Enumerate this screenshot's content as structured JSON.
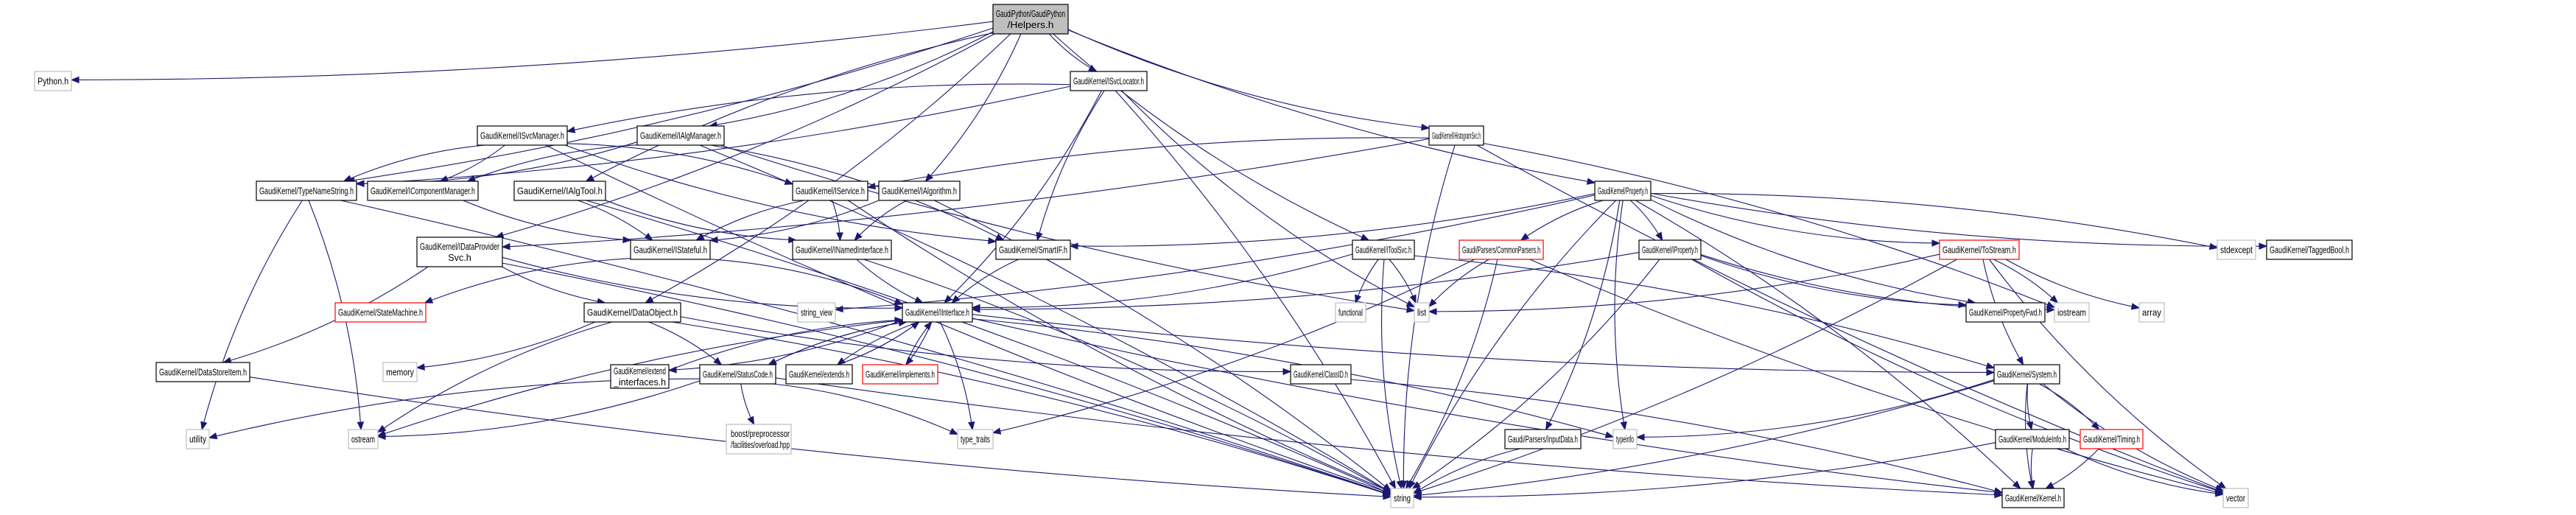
{
  "title": "GaudiPython/GaudiPython/Helpers.h include dependency graph",
  "colors": {
    "edge": "#191970",
    "root_fill": "#bfbfbf",
    "node_border": "#000000",
    "system_border": "#bfbfbf",
    "truncated_border": "#ff0000"
  },
  "nodes": [
    {
      "id": "helpers",
      "lines": [
        "GaudiPython/GaudiPython",
        "/Helpers.h"
      ],
      "kind": "root"
    },
    {
      "id": "python",
      "lines": [
        "Python.h"
      ],
      "kind": "sys"
    },
    {
      "id": "isvclocator",
      "lines": [
        "GaudiKernel/ISvcLocator.h"
      ],
      "kind": "normal"
    },
    {
      "id": "isvcmanager",
      "lines": [
        "GaudiKernel/ISvcManager.h"
      ],
      "kind": "normal"
    },
    {
      "id": "ialgmanager",
      "lines": [
        "GaudiKernel/IAlgManager.h"
      ],
      "kind": "normal"
    },
    {
      "id": "ihistogramsvc",
      "lines": [
        "GaudiKernel/IHistogramSvc.h"
      ],
      "kind": "normal"
    },
    {
      "id": "typenamestring",
      "lines": [
        "GaudiKernel/TypeNameString.h"
      ],
      "kind": "normal"
    },
    {
      "id": "icomponentmanager",
      "lines": [
        "GaudiKernel/IComponentManager.h"
      ],
      "kind": "normal"
    },
    {
      "id": "ialgtool",
      "lines": [
        "GaudiKernel/IAlgTool.h"
      ],
      "kind": "normal"
    },
    {
      "id": "iservice",
      "lines": [
        "GaudiKernel/IService.h"
      ],
      "kind": "normal"
    },
    {
      "id": "ialgorithm",
      "lines": [
        "GaudiKernel/IAlgorithm.h"
      ],
      "kind": "normal"
    },
    {
      "id": "property",
      "lines": [
        "GaudiKernel/Property.h"
      ],
      "kind": "normal"
    },
    {
      "id": "idataprovidersvc",
      "lines": [
        "GaudiKernel/IDataProvider",
        "Svc.h"
      ],
      "kind": "normal"
    },
    {
      "id": "istateful",
      "lines": [
        "GaudiKernel/IStateful.h"
      ],
      "kind": "normal"
    },
    {
      "id": "inamedinterface",
      "lines": [
        "GaudiKernel/INamedInterface.h"
      ],
      "kind": "normal"
    },
    {
      "id": "smartif",
      "lines": [
        "GaudiKernel/SmartIF.h"
      ],
      "kind": "normal"
    },
    {
      "id": "itoolsvc",
      "lines": [
        "GaudiKernel/IToolSvc.h"
      ],
      "kind": "normal"
    },
    {
      "id": "commonparsers",
      "lines": [
        "Gaudi/Parsers/CommonParsers.h"
      ],
      "kind": "red"
    },
    {
      "id": "iproperty",
      "lines": [
        "GaudiKernel/IProperty.h"
      ],
      "kind": "normal"
    },
    {
      "id": "tostream",
      "lines": [
        "GaudiKernel/ToStream.h"
      ],
      "kind": "red"
    },
    {
      "id": "stdexcept",
      "lines": [
        "stdexcept"
      ],
      "kind": "sys"
    },
    {
      "id": "taggedbool",
      "lines": [
        "GaudiKernel/TaggedBool.h"
      ],
      "kind": "normal"
    },
    {
      "id": "statemachine",
      "lines": [
        "GaudiKernel/StateMachine.h"
      ],
      "kind": "red"
    },
    {
      "id": "dataobject",
      "lines": [
        "GaudiKernel/DataObject.h"
      ],
      "kind": "normal"
    },
    {
      "id": "string_view",
      "lines": [
        "string_view"
      ],
      "kind": "sys"
    },
    {
      "id": "iinterface",
      "lines": [
        "GaudiKernel/IInterface.h"
      ],
      "kind": "normal"
    },
    {
      "id": "functional",
      "lines": [
        "functional"
      ],
      "kind": "sys"
    },
    {
      "id": "list",
      "lines": [
        "list"
      ],
      "kind": "sys"
    },
    {
      "id": "propertyfwd",
      "lines": [
        "GaudiKernel/PropertyFwd.h"
      ],
      "kind": "normal"
    },
    {
      "id": "iostream",
      "lines": [
        "iostream"
      ],
      "kind": "sys"
    },
    {
      "id": "array",
      "lines": [
        "array"
      ],
      "kind": "sys"
    },
    {
      "id": "datastoreitem",
      "lines": [
        "GaudiKernel/DataStoreItem.h"
      ],
      "kind": "normal"
    },
    {
      "id": "memory",
      "lines": [
        "memory"
      ],
      "kind": "sys"
    },
    {
      "id": "extend_interfaces",
      "lines": [
        "GaudiKernel/extend",
        "_interfaces.h"
      ],
      "kind": "normal"
    },
    {
      "id": "statuscode",
      "lines": [
        "GaudiKernel/StatusCode.h"
      ],
      "kind": "normal"
    },
    {
      "id": "extends",
      "lines": [
        "GaudiKernel/extends.h"
      ],
      "kind": "normal"
    },
    {
      "id": "implements",
      "lines": [
        "GaudiKernel/implements.h"
      ],
      "kind": "red"
    },
    {
      "id": "classid",
      "lines": [
        "GaudiKernel/ClassID.h"
      ],
      "kind": "normal"
    },
    {
      "id": "system",
      "lines": [
        "GaudiKernel/System.h"
      ],
      "kind": "normal"
    },
    {
      "id": "utility",
      "lines": [
        "utility"
      ],
      "kind": "sys"
    },
    {
      "id": "ostream",
      "lines": [
        "ostream"
      ],
      "kind": "sys"
    },
    {
      "id": "boost_overload",
      "lines": [
        "boost/preprocessor",
        "/facilities/overload.hpp"
      ],
      "kind": "sys"
    },
    {
      "id": "type_traits",
      "lines": [
        "type_traits"
      ],
      "kind": "sys"
    },
    {
      "id": "inputdata",
      "lines": [
        "Gaudi/Parsers/InputData.h"
      ],
      "kind": "normal"
    },
    {
      "id": "typeinfo",
      "lines": [
        "typeinfo"
      ],
      "kind": "sys"
    },
    {
      "id": "moduleinfo",
      "lines": [
        "GaudiKernel/ModuleInfo.h"
      ],
      "kind": "normal"
    },
    {
      "id": "timing",
      "lines": [
        "GaudiKernel/Timing.h"
      ],
      "kind": "red"
    },
    {
      "id": "string",
      "lines": [
        "string"
      ],
      "kind": "sys"
    },
    {
      "id": "kernel",
      "lines": [
        "GaudiKernel/Kernel.h"
      ],
      "kind": "normal"
    },
    {
      "id": "vector",
      "lines": [
        "vector"
      ],
      "kind": "sys"
    }
  ],
  "edges": [
    [
      "helpers",
      "python"
    ],
    [
      "helpers",
      "isvclocator"
    ],
    [
      "helpers",
      "ialgmanager"
    ],
    [
      "helpers",
      "ihistogramsvc"
    ],
    [
      "helpers",
      "typenamestring"
    ],
    [
      "helpers",
      "ialgtool"
    ],
    [
      "helpers",
      "ialgorithm"
    ],
    [
      "helpers",
      "property"
    ],
    [
      "helpers",
      "idataprovidersvc"
    ],
    [
      "helpers",
      "itoolsvc"
    ],
    [
      "helpers",
      "dataobject"
    ],
    [
      "isvclocator",
      "isvcmanager"
    ],
    [
      "isvclocator",
      "typenamestring"
    ],
    [
      "isvclocator",
      "smartif"
    ],
    [
      "isvclocator",
      "iinterface"
    ],
    [
      "isvclocator",
      "list"
    ],
    [
      "isvclocator",
      "string"
    ],
    [
      "isvcmanager",
      "typenamestring"
    ],
    [
      "isvcmanager",
      "icomponentmanager"
    ],
    [
      "isvcmanager",
      "smartif"
    ],
    [
      "isvcmanager",
      "iservice"
    ],
    [
      "isvcmanager",
      "string"
    ],
    [
      "ialgmanager",
      "typenamestring"
    ],
    [
      "ialgmanager",
      "icomponentmanager"
    ],
    [
      "ialgmanager",
      "smartif"
    ],
    [
      "ialgmanager",
      "list"
    ],
    [
      "ialgmanager",
      "string"
    ],
    [
      "ihistogramsvc",
      "iservice"
    ],
    [
      "ihistogramsvc",
      "idataprovidersvc"
    ],
    [
      "ihistogramsvc",
      "string"
    ],
    [
      "ihistogramsvc",
      "iostream"
    ],
    [
      "ihistogramsvc",
      "vector"
    ],
    [
      "typenamestring",
      "string"
    ],
    [
      "typenamestring",
      "utility"
    ],
    [
      "typenamestring",
      "ostream"
    ],
    [
      "icomponentmanager",
      "istateful"
    ],
    [
      "ialgtool",
      "istateful"
    ],
    [
      "ialgtool",
      "inamedinterface"
    ],
    [
      "ialgtool",
      "string"
    ],
    [
      "iservice",
      "istateful"
    ],
    [
      "iservice",
      "inamedinterface"
    ],
    [
      "iservice",
      "string"
    ],
    [
      "ialgorithm",
      "istateful"
    ],
    [
      "ialgorithm",
      "inamedinterface"
    ],
    [
      "ialgorithm",
      "string"
    ],
    [
      "property",
      "commonparsers"
    ],
    [
      "property",
      "iproperty"
    ],
    [
      "property",
      "tostream"
    ],
    [
      "property",
      "stdexcept"
    ],
    [
      "property",
      "taggedbool"
    ],
    [
      "property",
      "smartif"
    ],
    [
      "property",
      "propertyfwd"
    ],
    [
      "property",
      "string_view"
    ],
    [
      "property",
      "string"
    ],
    [
      "property",
      "kernel"
    ],
    [
      "property",
      "typeinfo"
    ],
    [
      "property",
      "inputdata"
    ],
    [
      "idataprovidersvc",
      "dataobject"
    ],
    [
      "idataprovidersvc",
      "datastoreitem"
    ],
    [
      "idataprovidersvc",
      "iinterface"
    ],
    [
      "idataprovidersvc",
      "string"
    ],
    [
      "istateful",
      "statemachine"
    ],
    [
      "istateful",
      "iinterface"
    ],
    [
      "inamedinterface",
      "iinterface"
    ],
    [
      "inamedinterface",
      "string"
    ],
    [
      "smartif",
      "iinterface"
    ],
    [
      "itoolsvc",
      "iinterface"
    ],
    [
      "itoolsvc",
      "functional"
    ],
    [
      "itoolsvc",
      "list"
    ],
    [
      "itoolsvc",
      "string"
    ],
    [
      "itoolsvc",
      "system"
    ],
    [
      "commonparsers",
      "list"
    ],
    [
      "commonparsers",
      "string"
    ],
    [
      "commonparsers",
      "vector"
    ],
    [
      "commonparsers",
      "type_traits"
    ],
    [
      "iproperty",
      "propertyfwd"
    ],
    [
      "iproperty",
      "iinterface"
    ],
    [
      "iproperty",
      "iostream"
    ],
    [
      "iproperty",
      "string"
    ],
    [
      "iproperty",
      "vector"
    ],
    [
      "tostream",
      "iostream"
    ],
    [
      "tostream",
      "array"
    ],
    [
      "tostream",
      "list"
    ],
    [
      "tostream",
      "vector"
    ],
    [
      "tostream",
      "string"
    ],
    [
      "tostream",
      "system"
    ],
    [
      "dataobject",
      "statuscode"
    ],
    [
      "dataobject",
      "classid"
    ],
    [
      "dataobject",
      "memory"
    ],
    [
      "dataobject",
      "ostream"
    ],
    [
      "dataobject",
      "string"
    ],
    [
      "iinterface",
      "statuscode"
    ],
    [
      "iinterface",
      "extend_interfaces"
    ],
    [
      "iinterface",
      "extends"
    ],
    [
      "iinterface",
      "implements"
    ],
    [
      "iinterface",
      "system"
    ],
    [
      "iinterface",
      "type_traits"
    ],
    [
      "iinterface",
      "ostream"
    ],
    [
      "iinterface",
      "typeinfo"
    ],
    [
      "iinterface",
      "kernel"
    ],
    [
      "extend_interfaces",
      "iinterface"
    ],
    [
      "extends",
      "iinterface"
    ],
    [
      "implements",
      "iinterface"
    ],
    [
      "statuscode",
      "boost_overload"
    ],
    [
      "statuscode",
      "ostream"
    ],
    [
      "statuscode",
      "utility"
    ],
    [
      "statuscode",
      "type_traits"
    ],
    [
      "statuscode",
      "kernel"
    ],
    [
      "statuscode",
      "iinterface"
    ],
    [
      "datastoreitem",
      "string"
    ],
    [
      "classid",
      "kernel"
    ],
    [
      "system",
      "moduleinfo"
    ],
    [
      "system",
      "timing"
    ],
    [
      "system",
      "kernel"
    ],
    [
      "system",
      "string"
    ],
    [
      "system",
      "vector"
    ],
    [
      "system",
      "typeinfo"
    ],
    [
      "moduleinfo",
      "kernel"
    ],
    [
      "moduleinfo",
      "string"
    ],
    [
      "moduleinfo",
      "vector"
    ],
    [
      "timing",
      "kernel"
    ],
    [
      "inputdata",
      "string"
    ]
  ]
}
